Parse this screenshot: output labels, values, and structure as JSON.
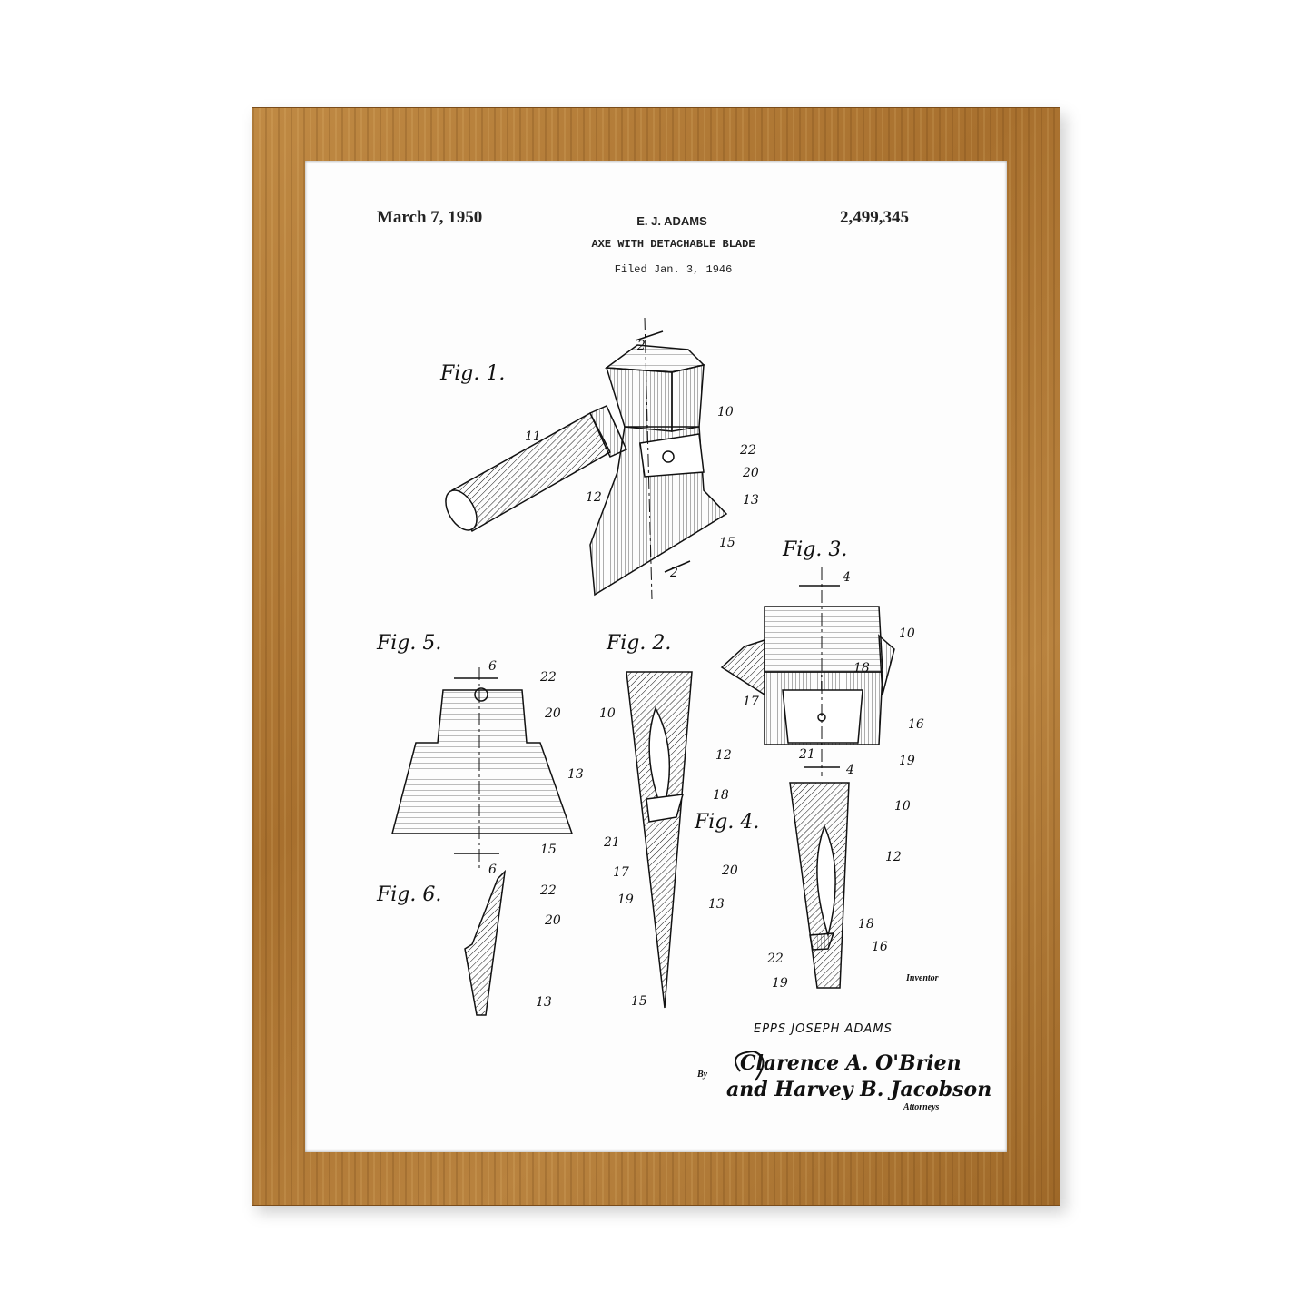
{
  "patent": {
    "date": "March 7, 1950",
    "inventor_header": "E. J. ADAMS",
    "number": "2,499,345",
    "title": "AXE WITH DETACHABLE BLADE",
    "filed": "Filed Jan. 3, 1946"
  },
  "figures": {
    "fig1": {
      "label": "Fig. 1.",
      "numerals": [
        "2",
        "10",
        "22",
        "20",
        "13",
        "15",
        "11",
        "12",
        "2"
      ]
    },
    "fig2": {
      "label": "Fig. 2.",
      "numerals": [
        "10",
        "12",
        "18",
        "21",
        "17",
        "20",
        "19",
        "13",
        "15"
      ]
    },
    "fig3": {
      "label": "Fig. 3.",
      "numerals": [
        "4",
        "10",
        "18",
        "17",
        "16",
        "21",
        "19",
        "4"
      ]
    },
    "fig4": {
      "label": "Fig. 4.",
      "numerals": [
        "10",
        "12",
        "18",
        "16",
        "22",
        "19"
      ]
    },
    "fig5": {
      "label": "Fig. 5.",
      "numerals": [
        "6",
        "22",
        "20",
        "13",
        "15",
        "6"
      ]
    },
    "fig6": {
      "label": "Fig. 6.",
      "numerals": [
        "22",
        "20",
        "13"
      ]
    }
  },
  "signature_block": {
    "inventor_label": "Inventor",
    "inventor_name": "EPPS JOSEPH ADAMS",
    "by": "By",
    "attorney_line1": "Clarence A. O'Brien",
    "attorney_line2": "and Harvey B. Jacobson",
    "attorneys_label": "Attorneys"
  },
  "colors": {
    "frame": "#b07a38",
    "paper": "#fdfdfd",
    "ink": "#111111"
  }
}
